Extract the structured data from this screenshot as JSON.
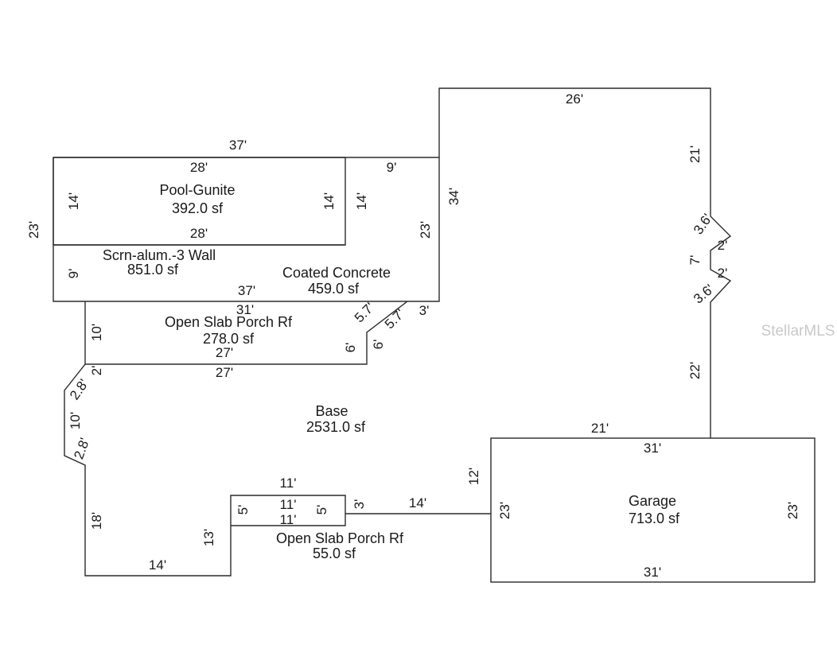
{
  "watermark": "StellarMLS",
  "areas": {
    "pool": {
      "name": "Pool-Gunite",
      "area": "392.0 sf"
    },
    "screen": {
      "name": "Scrn-alum.-3 Wall",
      "area": "851.0 sf"
    },
    "coated": {
      "name": "Coated Concrete",
      "area": "459.0 sf"
    },
    "porch_top": {
      "name": "Open Slab Porch Rf",
      "area": "278.0 sf"
    },
    "base": {
      "name": "Base",
      "area": "2531.0 sf"
    },
    "porch_bottom": {
      "name": "Open Slab Porch Rf",
      "area": "55.0 sf"
    },
    "garage": {
      "name": "Garage",
      "area": "713.0 sf"
    }
  },
  "dims": {
    "d_37_top": "37'",
    "d_23_left": "23'",
    "d_28_pool_top": "28'",
    "d_14_pool_left": "14'",
    "d_14_pool_right": "14'",
    "d_28_pool_bottom": "28'",
    "d_14_coated_left": "14'",
    "d_9_coated_top": "9'",
    "d_23_coated_right": "23'",
    "d_9_screen_left": "9'",
    "d_37_screen_bottom": "37'",
    "d_26_base_top": "26'",
    "d_34_base_left": "34'",
    "d_21_right_upper": "21'",
    "d_3_6_upper": "3.6'",
    "d_2_upper": "2'",
    "d_7_right": "7'",
    "d_2_lower": "2'",
    "d_3_6_lower": "3.6'",
    "d_22_right": "22'",
    "d_31_porch_top": "31'",
    "d_10_porch_left": "10'",
    "d_27_porch_inner": "27'",
    "d_5_7_a": "5.7'",
    "d_5_7_b": "5.7'",
    "d_3_porch": "3'",
    "d_6_porch_a": "6'",
    "d_6_porch_b": "6'",
    "d_27_porch_bottom": "27'",
    "d_2_left": "2'",
    "d_2_8_upper": "2.8'",
    "d_10_left": "10'",
    "d_2_8_lower": "2.8'",
    "d_18_left": "18'",
    "d_14_bottom": "14'",
    "d_13_porch2_left": "13'",
    "d_11_porch2_top": "11'",
    "d_11_porch2_mid": "11'",
    "d_11_porch2_bottom": "11'",
    "d_5_porch2_left": "5'",
    "d_5_porch2_right": "5'",
    "d_3_porch2": "3'",
    "d_14_mid": "14'",
    "d_12_garage": "12'",
    "d_21_garage_top": "21'",
    "d_31_garage_top": "31'",
    "d_23_garage_left": "23'",
    "d_23_garage_right": "23'",
    "d_31_garage_bottom": "31'"
  }
}
